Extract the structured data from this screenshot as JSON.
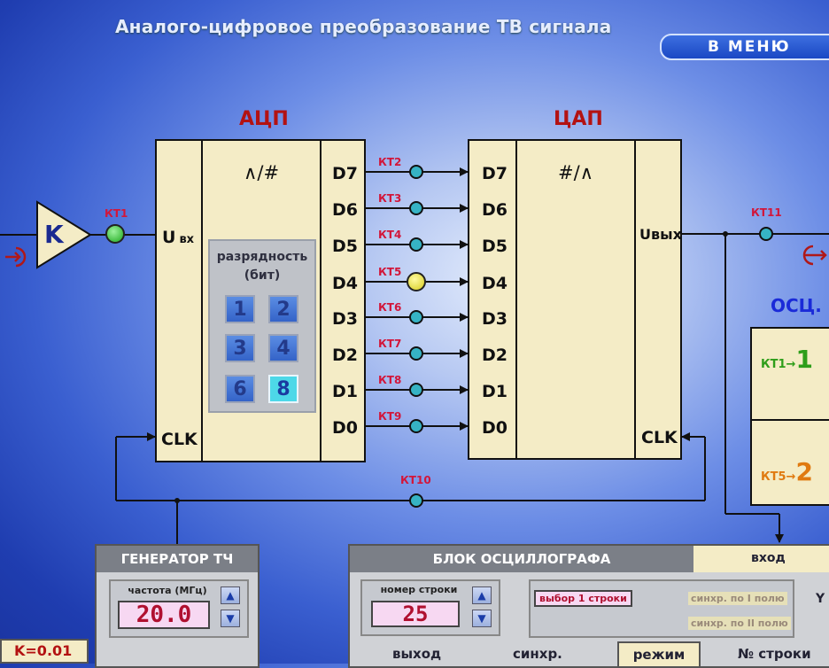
{
  "header": {
    "title": "Аналого-цифровое преобразование ТВ сигнала",
    "menu_button": "В МЕНЮ"
  },
  "adc": {
    "title": "АЦП",
    "symbol": "∧/#",
    "input_label": "U",
    "input_sub": "вх",
    "clk_label": "CLK",
    "outputs": [
      "D7",
      "D6",
      "D5",
      "D4",
      "D3",
      "D2",
      "D1",
      "D0"
    ],
    "bits_panel": {
      "title": "разрядность",
      "subtitle": "(бит)",
      "buttons": [
        "1",
        "2",
        "3",
        "4",
        "6",
        "8"
      ],
      "selected": "8"
    }
  },
  "dac": {
    "title": "ЦАП",
    "symbol": "#/∧",
    "inputs": [
      "D7",
      "D6",
      "D5",
      "D4",
      "D3",
      "D2",
      "D1",
      "D0"
    ],
    "output_label": "Uвых",
    "clk_label": "CLK"
  },
  "amplifier": {
    "label": "K"
  },
  "test_points": {
    "kt1": "КТ1",
    "kt2": "КТ2",
    "kt3": "КТ3",
    "kt4": "КТ4",
    "kt5": "КТ5",
    "kt6": "КТ6",
    "kt7": "КТ7",
    "kt8": "КТ8",
    "kt9": "КТ9",
    "kt10": "КТ10",
    "kt11": "КТ11"
  },
  "oscilloscope": {
    "label": "ОСЦ.",
    "ch1": {
      "point": "КТ1",
      "arrow": "→",
      "num": "1",
      "color": "#2e9e1a"
    },
    "ch2": {
      "point": "КТ5",
      "arrow": "→",
      "num": "2",
      "color": "#e07a10"
    }
  },
  "generator": {
    "title": "ГЕНЕРАТОР ТЧ",
    "freq_label": "частота (МГц)",
    "freq_value": "20.0"
  },
  "osc_block": {
    "title": "БЛОК ОСЦИЛЛОГРАФА",
    "input_label": "вход",
    "line_label": "номер строки",
    "line_value": "25",
    "mode_select": "выбор 1 строки",
    "sync1": "синхр. по I полю",
    "sync2": "синхр. по II полю",
    "y_label": "Y",
    "bottom": {
      "output": "выход",
      "sync": "синхр.",
      "mode": "режим",
      "line_num": "№ строки"
    }
  },
  "gain_readout": "K=0.01",
  "colors": {
    "kt_label": "#d2163a",
    "title_red": "#b31212",
    "block_fill": "#f4ecc6",
    "active_bit": "#4dd8e8"
  }
}
